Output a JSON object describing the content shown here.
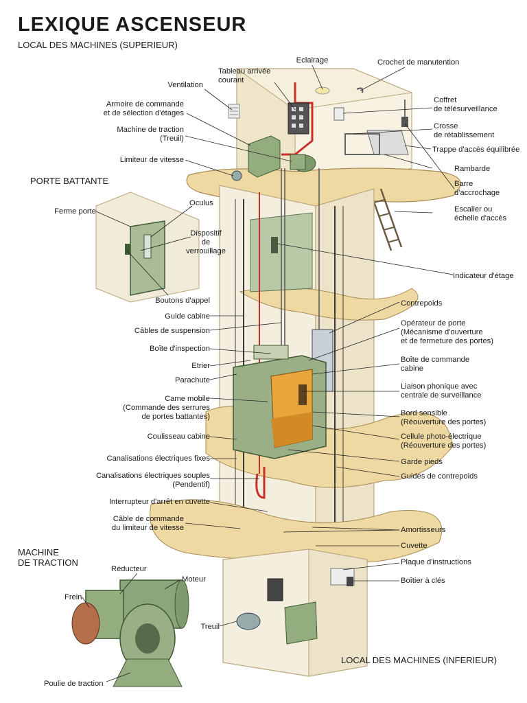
{
  "title": "LEXIQUE ASCENSEUR",
  "subtitle": "LOCAL DES MACHINES (SUPERIEUR)",
  "sections": {
    "porte_battante": "PORTE BATTANTE",
    "machine_traction": "MACHINE\nDE TRACTION",
    "local_inferieur": "LOCAL DES MACHINES (INFERIEUR)"
  },
  "labels": {
    "eclairage": "Eclairage",
    "crochet": "Crochet de manutention",
    "tableau": "Tableau arrivée\ncourant",
    "ventilation": "Ventilation",
    "armoire": "Armoire de commande\net de sélection d'étages",
    "machine_traction": "Machine de traction\n(Treuil)",
    "limiteur": "Limiteur de vitesse",
    "coffret": "Coffret\nde télésurveillance",
    "crosse": "Crosse\nde rétablissement",
    "trappe": "Trappe d'accès équilibrée",
    "rambarde": "Rambarde",
    "barre": "Barre\nd'accrochage",
    "escalier": "Escalier ou\néchelle d'accès",
    "ferme_porte": "Ferme porte",
    "oculus": "Oculus",
    "dispositif": "Dispositif\nde\nverrouillage",
    "boutons": "Boutons d'appel",
    "indicateur": "Indicateur d'étage",
    "contrepoids": "Contrepoids",
    "guide_cabine": "Guide cabine",
    "operateur": "Opérateur de porte\n(Mécanisme d'ouverture\net de fermeture des portes)",
    "cables": "Câbles de suspension",
    "boite_inspection": "Boîte d'inspection",
    "boite_commande": "Boîte de commande\ncabine",
    "etrier": "Etrier",
    "parachute": "Parachute",
    "liaison": "Liaison phonique avec\ncentrale de surveillance",
    "came": "Came mobile\n(Commande des serrures\nde portes battantes)",
    "bord": "Bord sensible\n(Réouverture des portes)",
    "coulisseau": "Coulisseau cabine",
    "cellule": "Cellule photo-électrique\n(Réouverture des portes)",
    "canal_fixes": "Canalisations électriques fixes",
    "garde": "Garde pieds",
    "canal_souples": "Canalisations électriques souples\n(Pendentif)",
    "guides_contrepoids": "Guides de contrepoids",
    "interrupteur": "Interrupteur d'arrêt en cuvette",
    "cable_commande": "Câble de commande\ndu limiteur de vitesse",
    "amortisseurs": "Amortisseurs",
    "cuvette": "Cuvette",
    "reducteur": "Réducteur",
    "moteur": "Moteur",
    "plaque": "Plaque d'instructions",
    "frein": "Frein",
    "boitier": "Boîtier à clés",
    "treuil": "Treuil",
    "poulie": "Poulie de traction"
  },
  "colors": {
    "wall": "#f3ecd9",
    "wall_edge": "#b9a67d",
    "floor": "#efd9a2",
    "machine_green": "#8aa67a",
    "cabin_interior": "#e8a63c",
    "cable_red": "#c8302a",
    "leader": "#222222"
  }
}
